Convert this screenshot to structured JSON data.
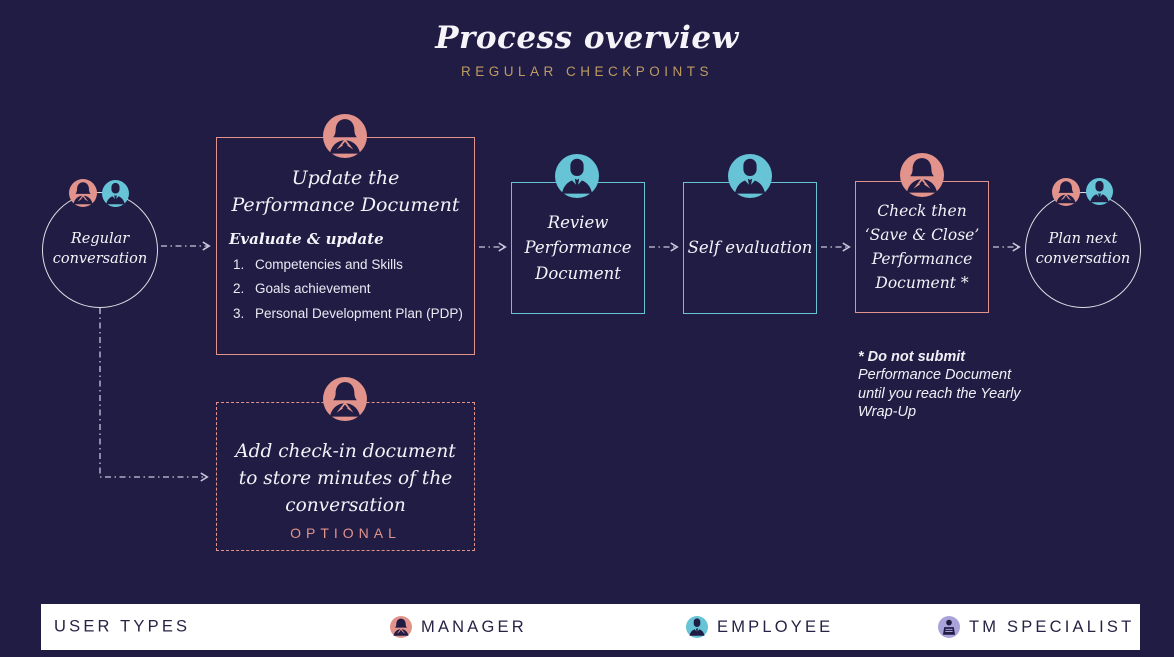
{
  "title": "Process overview",
  "subtitle": "REGULAR CHECKPOINTS",
  "colors": {
    "background": "#201c44",
    "manager": "#e2938c",
    "employee": "#66c4d6",
    "tm_specialist": "#a8a4d9",
    "subtitle_gold": "#bf9b62",
    "legend_bar": "#ffffff"
  },
  "nodes": {
    "regular_conversation": {
      "label": "Regular conversation"
    },
    "update_document": {
      "title": "Update the Performance Document",
      "subheading": "Evaluate & update",
      "items": [
        "Competencies and Skills",
        "Goals achievement",
        "Personal Development Plan (PDP)"
      ]
    },
    "review_document": {
      "label": "Review Performance Document"
    },
    "self_evaluation": {
      "label": "Self evaluation"
    },
    "save_close": {
      "label": "Check then ‘Save & Close’ Performance Document *"
    },
    "plan_next": {
      "label": "Plan next conversation"
    },
    "optional_checkin": {
      "label": "Add check-in document to store minutes of the conversation",
      "badge": "OPTIONAL"
    }
  },
  "note": {
    "lead": "* Do not submit",
    "body": "Performance Document until you reach the Yearly Wrap-Up"
  },
  "legend": {
    "title": "USER TYPES",
    "items": [
      {
        "label": "MANAGER",
        "icon": "manager-icon"
      },
      {
        "label": "EMPLOYEE",
        "icon": "employee-icon"
      },
      {
        "label": "TM SPECIALIST",
        "icon": "tm-specialist-icon"
      }
    ]
  }
}
